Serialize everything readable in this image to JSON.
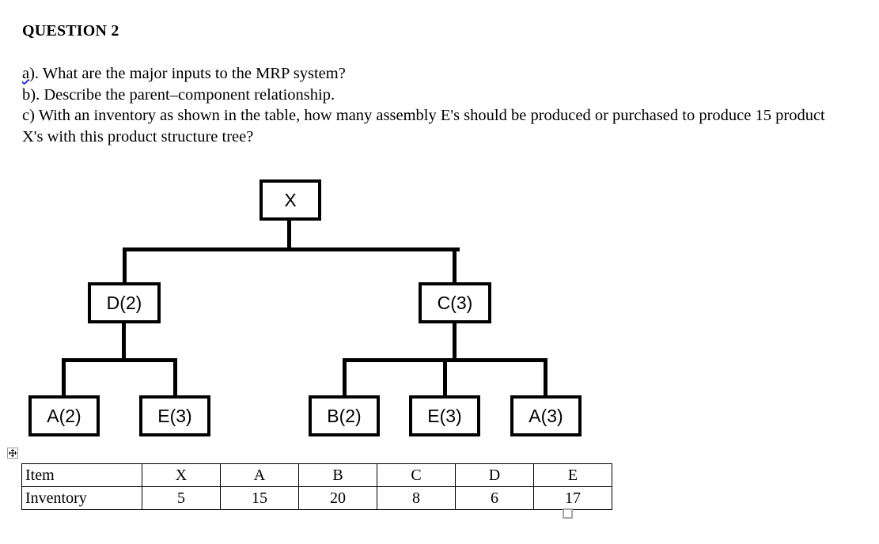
{
  "document": {
    "heading": "QUESTION 2",
    "lines": [
      {
        "prefix": "a",
        "rest": "). What are the major inputs to the MRP system?",
        "misspelled": true
      },
      {
        "prefix": "b",
        "rest": "). Describe the parent–component relationship.",
        "misspelled": false
      },
      {
        "prefix": "c",
        "rest": ") With an inventory as shown in the table, how many assembly E's should be produced or purchased to produce 15 product X's with this product structure tree?",
        "misspelled": false
      }
    ]
  },
  "tree": {
    "title": "product-structure-tree",
    "nodes": {
      "root": "X",
      "d": "D(2)",
      "c": "C(3)",
      "a2": "A(2)",
      "e3_left": "E(3)",
      "b2": "B(2)",
      "e3_right": "E(3)",
      "a3": "A(3)"
    }
  },
  "inventory_table": {
    "row_labels": [
      "Item",
      "Inventory"
    ],
    "items": [
      "X",
      "A",
      "B",
      "C",
      "D",
      "E"
    ],
    "inventory": [
      "5",
      "15",
      "20",
      "8",
      "6",
      "17"
    ]
  },
  "handles": {
    "move": "table-move-handle",
    "resize": "table-resize-handle"
  },
  "colors": {
    "ink": "#000000",
    "page": "#ffffff",
    "spellcheck": "#2a3fd0",
    "handle_border": "#9a9a9a"
  }
}
